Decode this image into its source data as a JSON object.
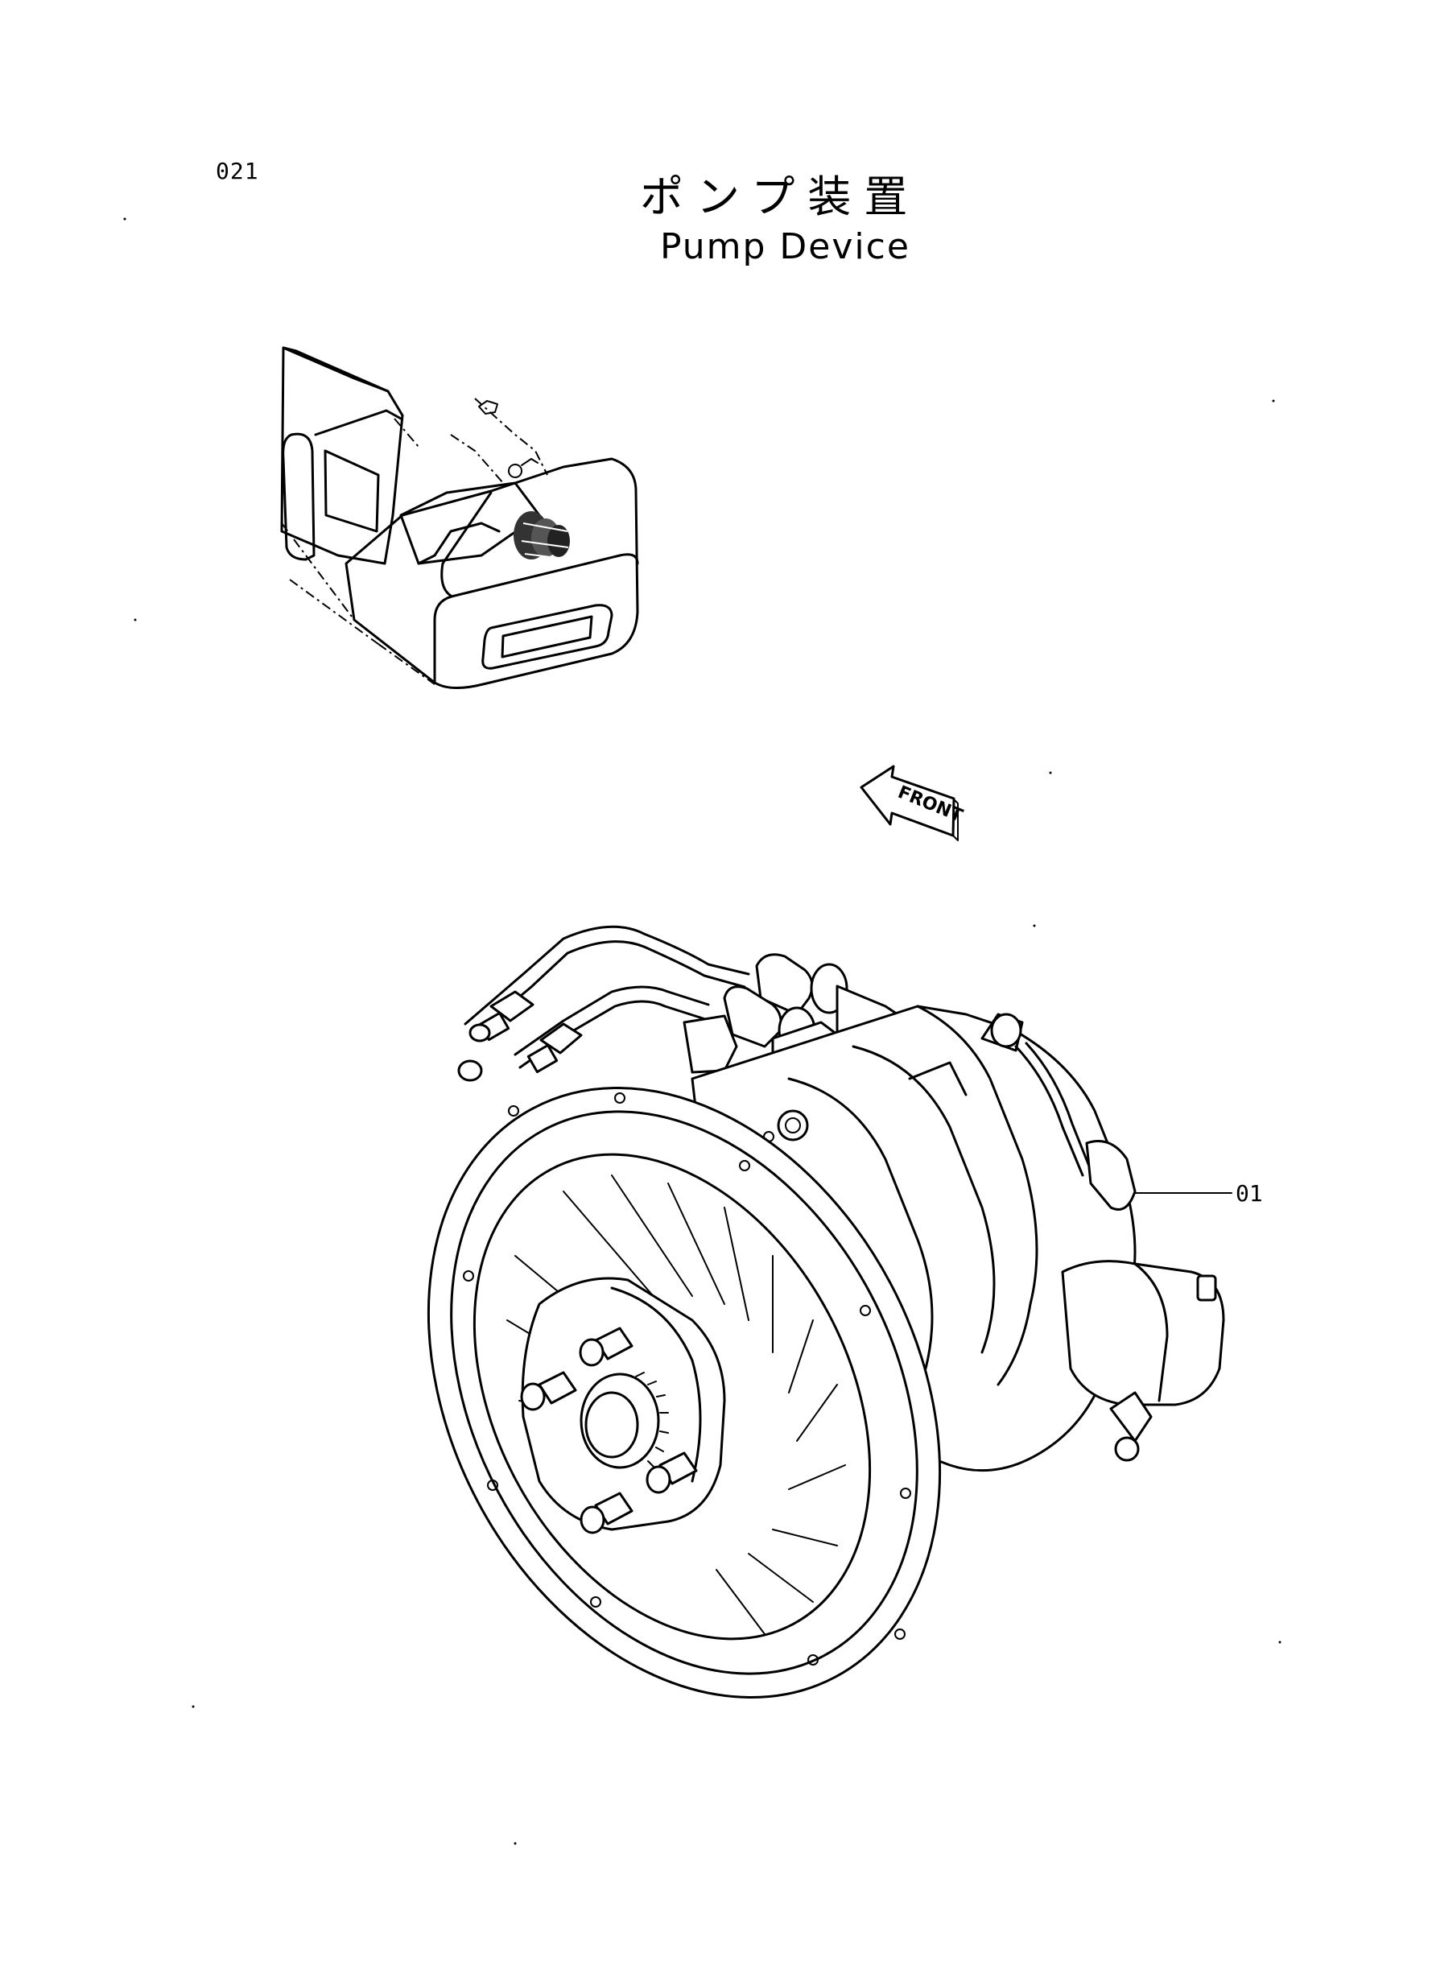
{
  "page": {
    "number": "021",
    "title_jp": "ポンプ装置",
    "title_en": "Pump Device"
  },
  "overview": {
    "front_label": "FRONT"
  },
  "callouts": [
    {
      "label": "01"
    }
  ],
  "colors": {
    "ink": "#000000",
    "paper": "#ffffff"
  }
}
